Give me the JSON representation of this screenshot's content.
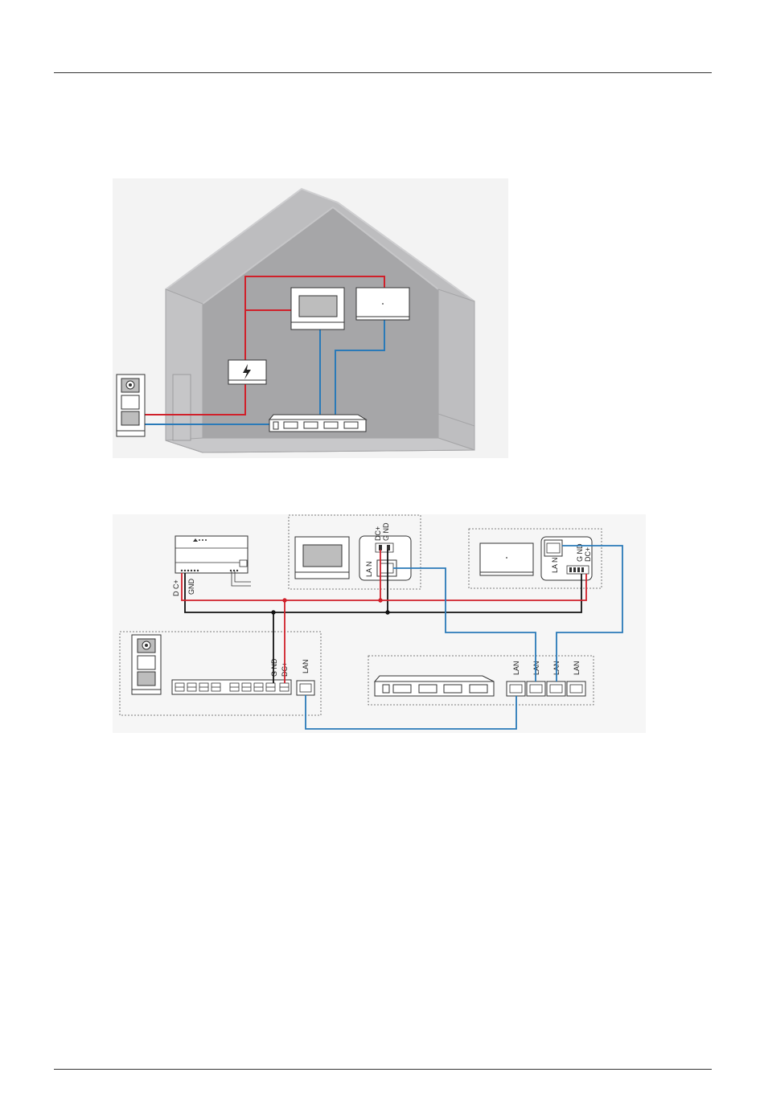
{
  "labels": {
    "dc_plus": "DC+",
    "gnd": "GND",
    "lan": "LAN",
    "lan_spaced": "LA N",
    "dc_plus_spaced": "D C+",
    "gnd_spaced": "G ND"
  },
  "colors": {
    "power_line": "#d0202a",
    "lan_line": "#2a7ab8",
    "ground_line": "#000000",
    "house_wall": "#b6b6b8",
    "house_interior": "#a9a9ab"
  },
  "icons": {
    "power_supply": "lightning-icon",
    "door_station": "outdoor-station-icon",
    "switch": "network-switch-icon",
    "monitor": "indoor-monitor-icon",
    "gateway": "ip-gateway-icon"
  }
}
